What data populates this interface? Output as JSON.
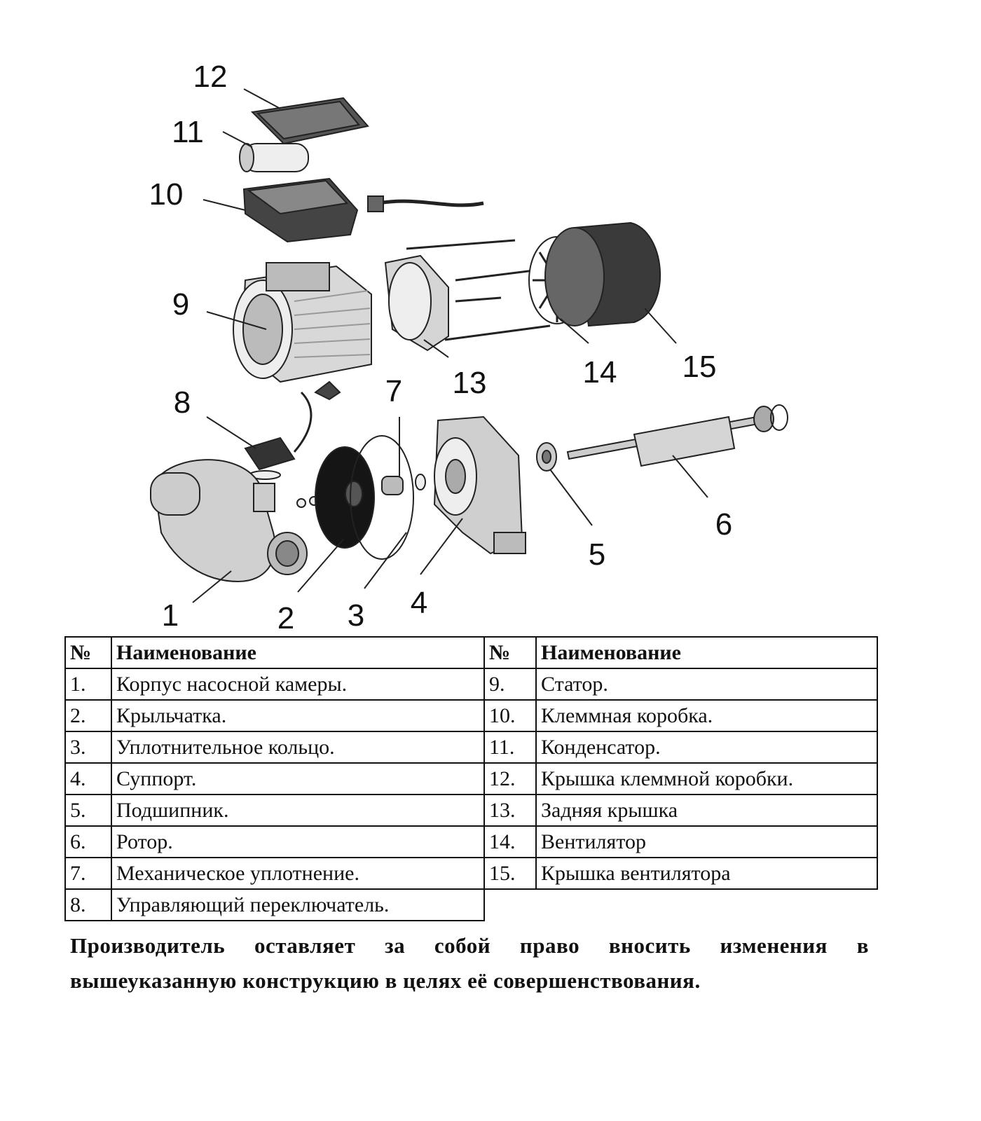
{
  "diagram": {
    "callouts": [
      "1",
      "2",
      "3",
      "4",
      "5",
      "6",
      "7",
      "8",
      "9",
      "10",
      "11",
      "12",
      "13",
      "14",
      "15"
    ]
  },
  "table": {
    "headers": {
      "num": "№",
      "name": "Наименование"
    },
    "left": [
      {
        "num": "1.",
        "name": "Корпус насосной камеры."
      },
      {
        "num": "2.",
        "name": "Крыльчатка."
      },
      {
        "num": "3.",
        "name": "Уплотнительное кольцо."
      },
      {
        "num": "4.",
        "name": "Суппорт."
      },
      {
        "num": "5.",
        "name": "Подшипник."
      },
      {
        "num": "6.",
        "name": "Ротор."
      },
      {
        "num": "7.",
        "name": "Механическое уплотнение."
      },
      {
        "num": "8.",
        "name": "Управляющий переключатель."
      }
    ],
    "right": [
      {
        "num": "9.",
        "name": "Статор."
      },
      {
        "num": "10.",
        "name": "Клеммная коробка."
      },
      {
        "num": "11.",
        "name": "Конденсатор."
      },
      {
        "num": "12.",
        "name": "Крышка клеммной коробки."
      },
      {
        "num": "13.",
        "name": "Задняя крышка"
      },
      {
        "num": "14.",
        "name": "Вентилятор"
      },
      {
        "num": "15.",
        "name": "Крышка вентилятора"
      }
    ]
  },
  "note": {
    "line1": "Производитель оставляет за собой право вносить изменения в",
    "line2": "вышеуказанную конструкцию в целях её совершенствования."
  }
}
